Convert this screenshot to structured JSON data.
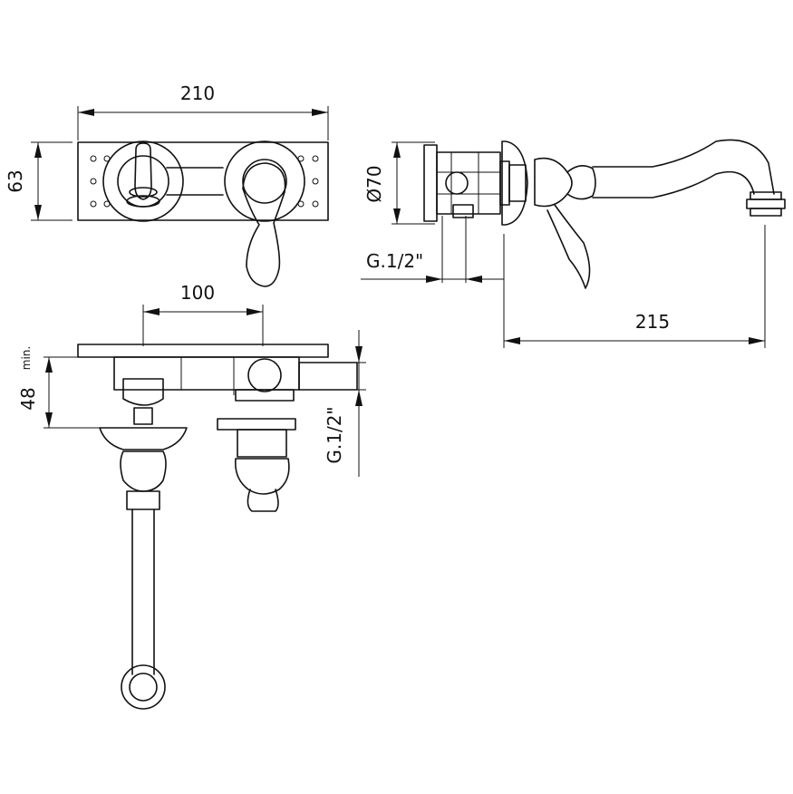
{
  "dimensions": {
    "width_top": "210",
    "height_top": "63",
    "diameter_side": "Ø70",
    "thread_side": "G.1/2\"",
    "reach_side": "215",
    "spacing_front": "100",
    "min_depth_value": "48",
    "min_depth_suffix": "min.",
    "thread_front": "G.1/2\""
  }
}
